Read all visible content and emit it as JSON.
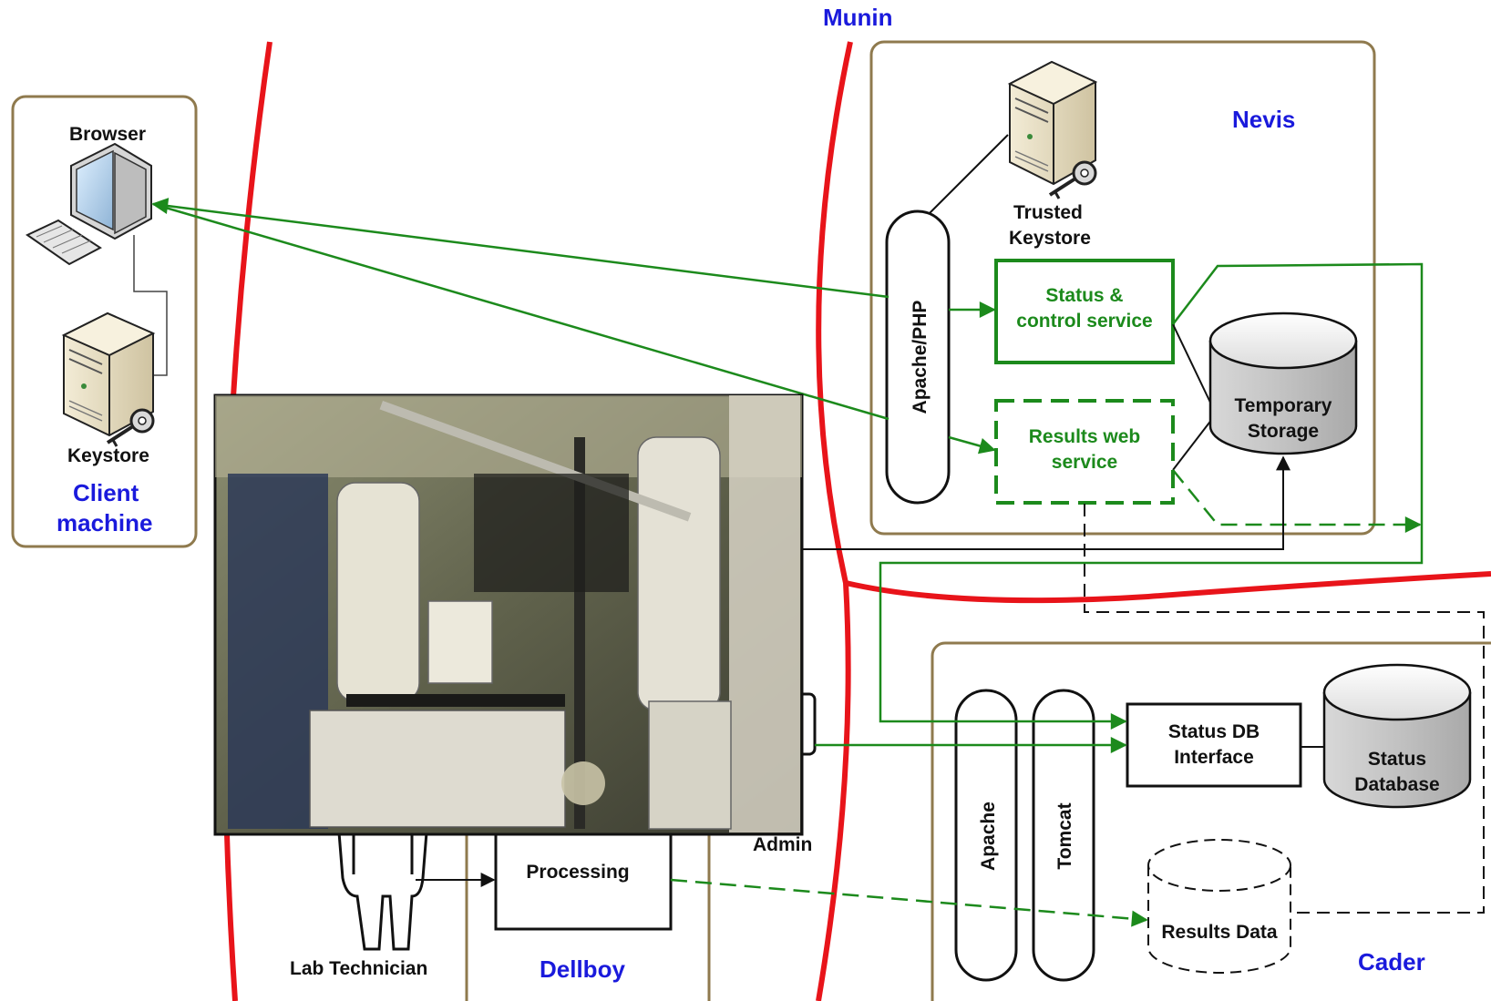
{
  "labels": {
    "munin": "Munin",
    "nevis": "Nevis",
    "cader": "Cader",
    "dellboy": "Dellboy",
    "client_machine_1": "Client",
    "client_machine_2": "machine",
    "browser": "Browser",
    "keystore": "Keystore",
    "trusted_keystore_1": "Trusted",
    "trusted_keystore_2": "Keystore",
    "apache_php": "Apache/PHP",
    "status_control_1": "Status &",
    "status_control_2": "control service",
    "results_web_1": "Results web",
    "results_web_2": "service",
    "temp_storage_1": "Temporary",
    "temp_storage_2": "Storage",
    "apache": "Apache",
    "tomcat": "Tomcat",
    "status_db_interface_1": "Status DB",
    "status_db_interface_2": "Interface",
    "status_database_1": "Status",
    "status_database_2": "Database",
    "results_data": "Results Data",
    "processing": "Processing",
    "admin": "Admin",
    "lab_technician": "Lab Technician"
  },
  "colors": {
    "boundary": "#e8141a",
    "container": "#8f7a4e",
    "green": "#1c8a1c",
    "blue_label": "#1a1adc",
    "black": "#111111"
  },
  "icons": {
    "browser": "computer-monitor-icon",
    "keystore": "server-key-icon",
    "trusted_keystore": "server-key-icon",
    "lab_photo": "lab-robot-photo"
  }
}
